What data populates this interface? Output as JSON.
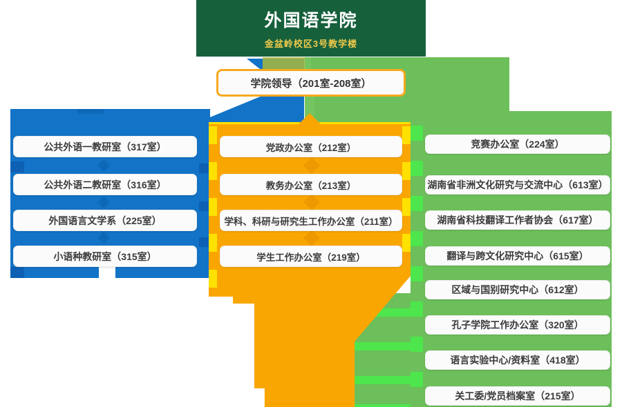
{
  "header": {
    "title": "外国语学院",
    "subtitle": "金盆岭校区3号教学楼"
  },
  "leader_box": {
    "label": "学院领导（201室-208室）"
  },
  "columns": {
    "left": {
      "items": [
        "公共外语一教研室（317室）",
        "公共外语二教研室（316室）",
        "外国语言文学系（225室）",
        "小语种教研室（315室）"
      ]
    },
    "middle": {
      "items": [
        "党政办公室（212室）",
        "教务办公室（213室）",
        "学科、科研与研究生工作办公室（211室）",
        "学生工作办公室（219室）"
      ]
    },
    "right": {
      "items": [
        "竞赛办公室（224室）",
        "湖南省非洲文化研究与交流中心（613室）",
        "湖南省科技翻译工作者协会（617室）",
        "翻译与跨文化研究中心（615室）",
        "区域与国别研究中心（612室）",
        "孔子学院工作办公室（320室）",
        "语言实验中心/资料室（418室）",
        "关工委/党员档案室（215室）"
      ]
    }
  },
  "colors": {
    "header_green": "#16603C",
    "subtitle_gold": "#EFC94B",
    "leader_border": "#F7A81F",
    "panel_blue": "#1273C7",
    "panel_blue_dark": "#0D60B4",
    "panel_orange": "#FAA602",
    "accent_yellow": "#FFE100",
    "panel_green": "#6CBF5A",
    "accent_green_bright": "#4DE64C",
    "olive_band": "#A9B93C",
    "box_text": "#3B3B3B"
  }
}
